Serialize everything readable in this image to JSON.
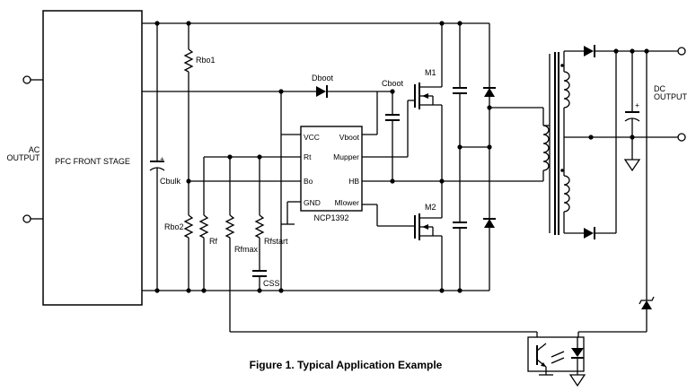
{
  "diagram": {
    "caption": "Figure 1. Typical Application Example",
    "input": {
      "label_line1": "AC",
      "label_line2": "OUTPUT"
    },
    "pfc_block": "PFC FRONT STAGE",
    "output": {
      "label_line1": "DC",
      "label_line2": "OUTPUT"
    },
    "controller": {
      "name": "NCP1392",
      "pins_left": [
        "VCC",
        "Rt",
        "Bo",
        "GND"
      ],
      "pins_right": [
        "Vboot",
        "Mupper",
        "HB",
        "Mlower"
      ]
    },
    "components": {
      "rbo1": "Rbo1",
      "rbo2": "Rbo2",
      "cbulk": "Cbulk",
      "rf": "Rf",
      "rfmax": "Rfmax",
      "rfstart": "Rfstart",
      "css": "CSS",
      "dboot": "Dboot",
      "cboot": "Cboot",
      "m1": "M1",
      "m2": "M2",
      "plus": "+"
    }
  }
}
